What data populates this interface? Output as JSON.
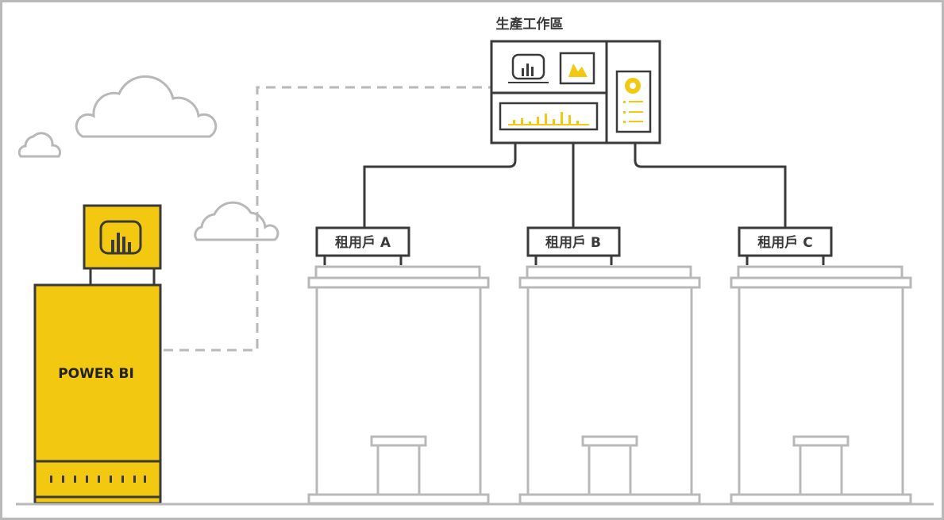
{
  "workspace": {
    "title": "生產工作區"
  },
  "powerbi": {
    "label": "POWER BI"
  },
  "tenants": [
    {
      "label": "租用戶 A"
    },
    {
      "label": "租用戶 B"
    },
    {
      "label": "租用戶 C"
    }
  ],
  "colors": {
    "accent": "#f2c811",
    "stroke_dark": "#3a3a3a",
    "stroke_light": "#b8b8b8",
    "frame": "#b9b9b9"
  },
  "icons": [
    "cloud-icon",
    "powerbi-logo-icon",
    "report-icon",
    "area-chart-icon",
    "bar-chart-icon",
    "dashboard-icon"
  ]
}
